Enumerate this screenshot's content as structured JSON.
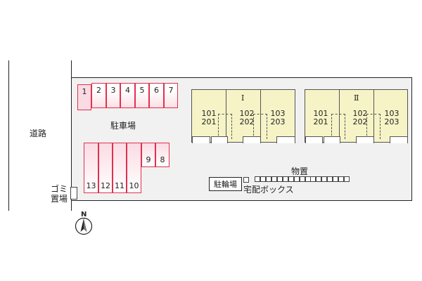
{
  "labels": {
    "road": "道路",
    "parking": "駐車場",
    "bicycle": "駐輪場",
    "storage": "物置",
    "delivery_box": "宅配ボックス",
    "garbage_line1": "ゴミ",
    "garbage_line2": "置場",
    "north": "N"
  },
  "parking_top": [
    "1",
    "2",
    "3",
    "4",
    "5",
    "6",
    "7"
  ],
  "parking_mid": [
    "9",
    "8"
  ],
  "parking_bottom": [
    "13",
    "12",
    "11",
    "10"
  ],
  "buildings": [
    {
      "name": "Ⅰ",
      "units": [
        {
          "top": "101",
          "bottom": "201"
        },
        {
          "top": "102",
          "bottom": "202"
        },
        {
          "top": "103",
          "bottom": "203"
        }
      ]
    },
    {
      "name": "Ⅱ",
      "units": [
        {
          "top": "101",
          "bottom": "201"
        },
        {
          "top": "102",
          "bottom": "202"
        },
        {
          "top": "103",
          "bottom": "203"
        }
      ]
    }
  ],
  "colors": {
    "parking_border": "#e03050",
    "parking_fill": "#fbdbe3",
    "building_fill": "#f6f3c6",
    "lot_fill": "#f1f1f1"
  }
}
